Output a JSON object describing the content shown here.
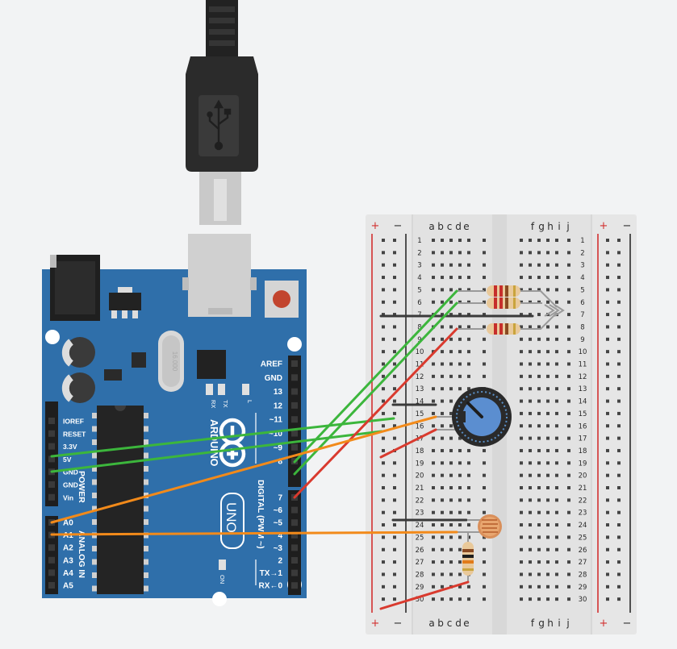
{
  "arduino": {
    "brand": "ARDUINO",
    "model": "UNO",
    "crystal_label": "16.000",
    "led_labels": [
      "RX",
      "TX",
      "L"
    ],
    "on_label": "ON",
    "power_header_label": "POWER",
    "analog_header_label": "ANALOG IN",
    "digital_header_label": "DIGITAL (PWM ~)",
    "power_pins": [
      "IOREF",
      "RESET",
      "3.3V",
      "5V",
      "GND",
      "GND",
      "Vin"
    ],
    "analog_pins": [
      "A0",
      "A1",
      "A2",
      "A3",
      "A4",
      "A5"
    ],
    "digital_top_pins": [
      "AREF",
      "GND",
      "13",
      "12",
      "~11",
      "~10",
      "~9",
      "8"
    ],
    "digital_bottom_pins": [
      "7",
      "~6",
      "~5",
      "4",
      "~3",
      "2",
      "TX→1",
      "RX←0"
    ]
  },
  "breadboard": {
    "col_labels_left": [
      "a",
      "b",
      "c",
      "d",
      "e"
    ],
    "col_labels_right": [
      "f",
      "g",
      "h",
      "i",
      "j"
    ],
    "rows": 30,
    "rail_plus": "+",
    "rail_minus": "−",
    "colors": {
      "plus_rail": "#d2302f",
      "minus_rail": "#2a2a2a",
      "body": "#e6e6e6",
      "channel": "#d9d9d9"
    }
  },
  "wires": {
    "colors": {
      "green": "#3cb63c",
      "orange": "#f28a1a",
      "red": "#d93a2e",
      "black": "#3a3a3a"
    }
  }
}
